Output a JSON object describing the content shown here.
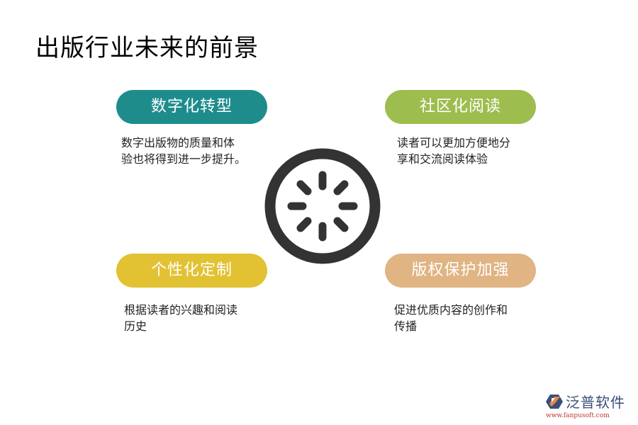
{
  "title": "出版行业未来的前景",
  "colors": {
    "teal": "#1f8c8c",
    "green": "#9dbd4e",
    "yellow": "#e2c233",
    "tan": "#e0b483",
    "icon": "#333333"
  },
  "items": [
    {
      "label": "数字化转型",
      "desc_line1": "数字出版物的质量和体",
      "desc_line2": "验也将得到进一步提升。"
    },
    {
      "label": "社区化阅读",
      "desc_line1": "读者可以更加方便地分",
      "desc_line2": "享和交流阅读体验"
    },
    {
      "label": "个性化定制",
      "desc_line1": "根据读者的兴趣和阅读",
      "desc_line2": "历史"
    },
    {
      "label": "版权保护加强",
      "desc_line1": "促进优质内容的创作和",
      "desc_line2": "传播"
    }
  ],
  "center_icon": "loading-spinner-icon",
  "logo": {
    "name": "泛普软件",
    "url": "www.fanpusoft.com"
  }
}
